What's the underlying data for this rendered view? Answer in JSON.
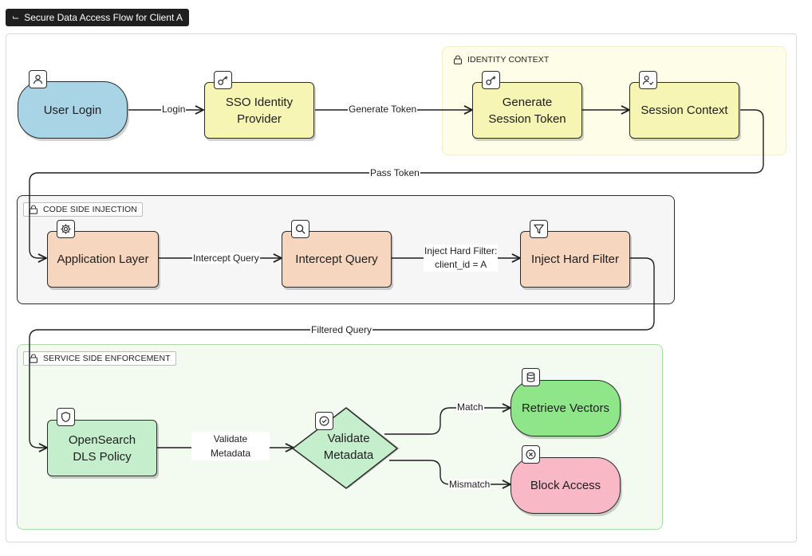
{
  "header": {
    "title": "Secure Data Access Flow for Client A"
  },
  "groups": {
    "identity": "IDENTITY CONTEXT",
    "code": "CODE SIDE INJECTION",
    "service": "SERVICE SIDE ENFORCEMENT"
  },
  "nodes": {
    "user_login": "User Login",
    "sso_line1": "SSO Identity",
    "sso_line2": "Provider",
    "gen_line1": "Generate",
    "gen_line2": "Session Token",
    "session_context": "Session Context",
    "app_layer": "Application Layer",
    "intercept_query": "Intercept Query",
    "inject_filter": "Inject Hard Filter",
    "dls_line1": "OpenSearch",
    "dls_line2": "DLS Policy",
    "validate_line1": "Validate",
    "validate_line2": "Metadata",
    "retrieve_vectors": "Retrieve Vectors",
    "block_access": "Block Access"
  },
  "edges": {
    "login": "Login",
    "generate_token": "Generate Token",
    "pass_token": "Pass Token",
    "intercept_query": "Intercept Query",
    "inject_line1": "Inject Hard Filter:",
    "inject_line2": "client_id = A",
    "filtered_query": "Filtered Query",
    "validate_line1": "Validate",
    "validate_line2": "Metadata",
    "match": "Match",
    "mismatch": "Mismatch"
  },
  "icons": {
    "title": "flow-icon",
    "user_login": "user-icon",
    "sso": "key-icon",
    "generate_token": "key-icon",
    "session_context": "user-check-icon",
    "app_layer": "gear-icon",
    "intercept_query": "search-icon",
    "inject_filter": "filter-icon",
    "dls_policy": "shield-icon",
    "validate": "check-circle-icon",
    "retrieve_vectors": "database-icon",
    "block_access": "x-circle-icon",
    "group_lock": "lock-icon"
  },
  "colors": {
    "yellow_node": "#f6f5b4",
    "peach_node": "#f6d6bf",
    "green_node": "#c5efcc",
    "blue_node": "#a9d4e6",
    "match_node": "#8ee689",
    "block_node": "#f8b8c5"
  }
}
